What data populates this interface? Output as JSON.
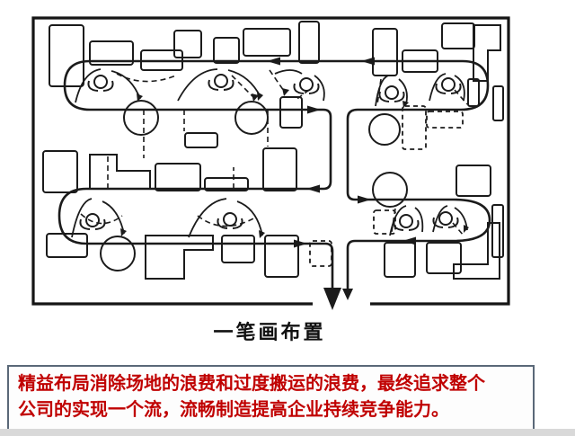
{
  "diagram": {
    "caption": "一笔画布置",
    "ink_color": "#1b1b1b",
    "flow": "serpentine one-stroke material flow through four work cells, exiting bottom center with a down arrow"
  },
  "note": {
    "lines": [
      "精益布局消除场地的浪费和过度搬运的浪费，最终追求整个",
      "公司的实现一个流，流畅制造提高企业持续竞争能力。"
    ],
    "text_color": "#c00000",
    "border_color": "#5a6878",
    "background": "#fdfdfd"
  }
}
